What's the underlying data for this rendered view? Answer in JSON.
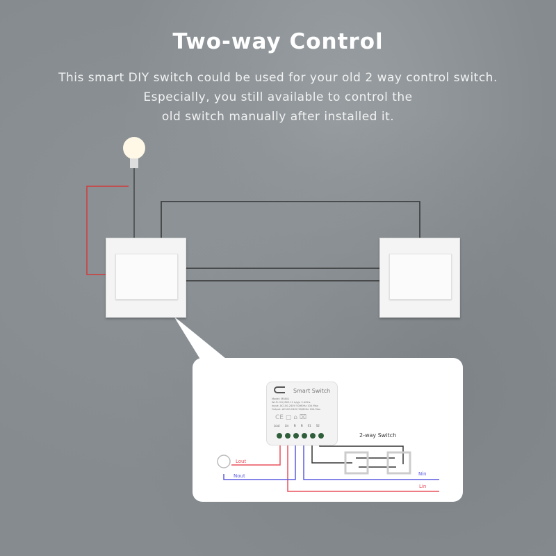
{
  "header": {
    "title": "Two-way  Control",
    "subtitle_lines": [
      "This smart DIY switch could be used for your old 2 way control switch.",
      "Especially, you still available to control the",
      "old switch manually after installed it."
    ]
  },
  "module": {
    "brand": "Smart Switch",
    "spec_lines": [
      "Model: MS601",
      "Wi-Fi: 2G/ 802.11 b/g/n 2.4GHz",
      "Input: AC100-240V 50/60Hz 10A Max",
      "Output: AC100-240V 50/60Hz 10A Max"
    ],
    "terminals": [
      "Lout",
      "Lin",
      "N",
      "N",
      "S1",
      "S2"
    ]
  },
  "diagram": {
    "switch_label": "2-way Switch",
    "lout": "Lout",
    "nout": "Nout",
    "nin": "Nin",
    "lin": "Lin"
  },
  "colors": {
    "live": "#e8505b",
    "neutral": "#5a5ae0",
    "switch_wire": "#333333"
  }
}
